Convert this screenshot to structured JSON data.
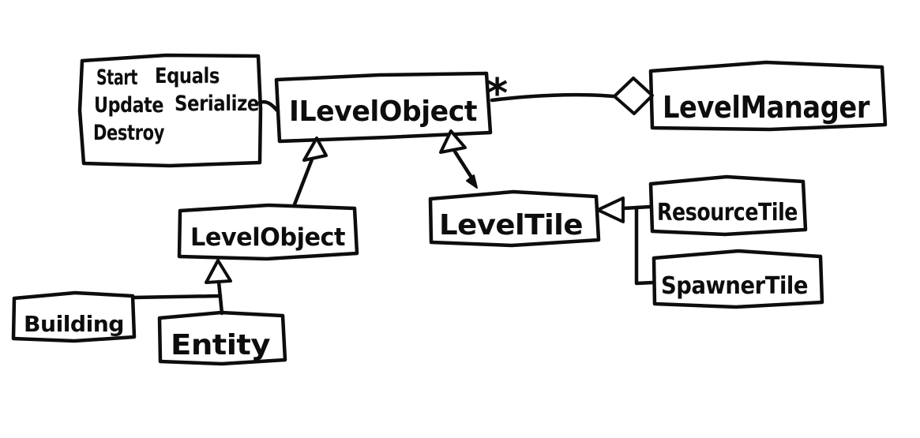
{
  "colors": {
    "ink": "#0d0d0d",
    "background": "#ffffff"
  },
  "nodes": {
    "note": {
      "column1": [
        "Start",
        "Update",
        "Destroy"
      ],
      "column2": [
        "Equals",
        "Serialize"
      ]
    },
    "ilevelobject": {
      "label": "ILevelObject"
    },
    "levelmanager": {
      "label": "LevelManager"
    },
    "levelobject": {
      "label": "LevelObject"
    },
    "leveltile": {
      "label": "LevelTile"
    },
    "resourcetile": {
      "label": "ResourceTile"
    },
    "spawnertile": {
      "label": "SpawnerTile"
    },
    "building": {
      "label": "Building"
    },
    "entity": {
      "label": "Entity"
    }
  },
  "edges": {
    "note_attachment": {
      "from": "note",
      "to": "ILevelObject",
      "type": "attachment"
    },
    "aggregation": {
      "from": "ILevelObject",
      "to": "LevelManager",
      "type": "aggregation",
      "multiplicity": "*"
    },
    "levelobject_inherits": {
      "from": "LevelObject",
      "to": "ILevelObject",
      "type": "inheritance"
    },
    "leveltile_inherits": {
      "from": "LevelTile",
      "to": "ILevelObject",
      "type": "inheritance"
    },
    "resourcetile_inherits": {
      "from": "ResourceTile",
      "to": "LevelTile",
      "type": "inheritance"
    },
    "spawnertile_inherits": {
      "from": "SpawnerTile",
      "to": "LevelTile",
      "type": "inheritance"
    },
    "building_inherits": {
      "from": "Building",
      "to": "LevelObject",
      "type": "inheritance"
    },
    "entity_inherits": {
      "from": "Entity",
      "to": "LevelObject",
      "type": "inheritance"
    }
  }
}
